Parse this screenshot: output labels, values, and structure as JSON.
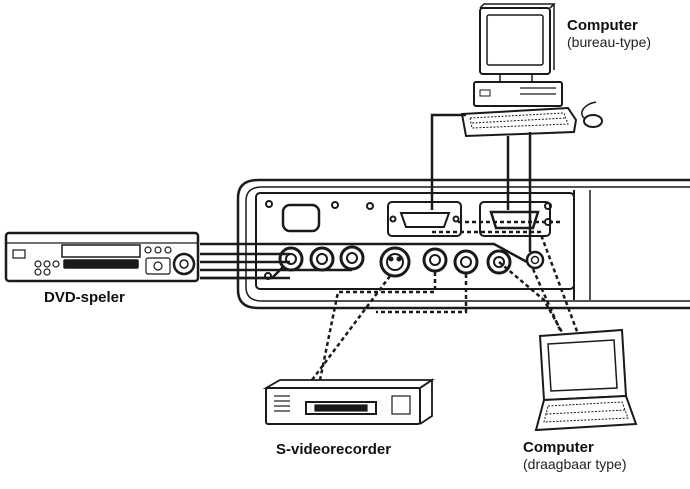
{
  "labels": {
    "desktop_title": "Computer",
    "desktop_sub": "(bureau-type)",
    "dvd": "DVD-speler",
    "svideo_recorder": "S-videorecorder",
    "laptop_title": "Computer",
    "laptop_sub": "(draagbaar type)"
  },
  "colors": {
    "line": "#1a1a1a",
    "background": "#ffffff",
    "panel": "#f2f2f2"
  }
}
